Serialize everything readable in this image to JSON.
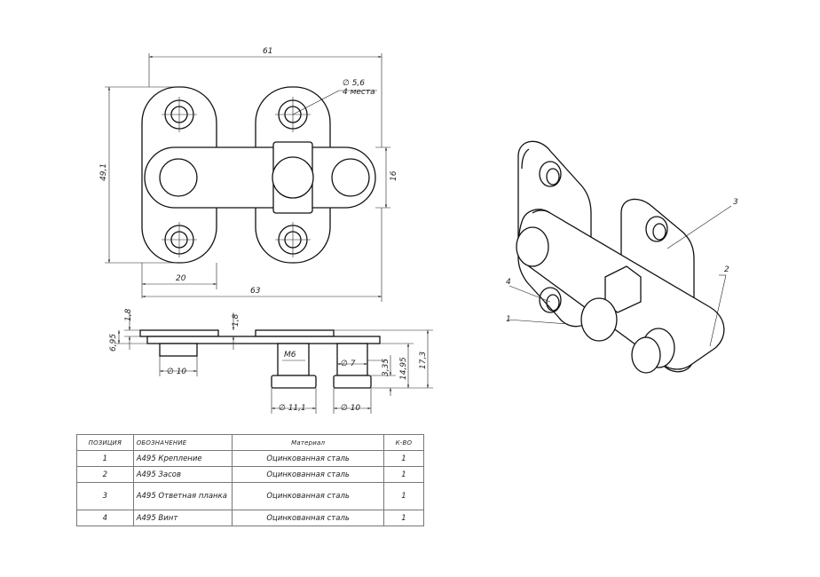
{
  "dimensions": {
    "top_width": "61",
    "hole_dia": "∅ 5,6",
    "hole_count": "4 места",
    "height": "49,1",
    "bar_height": "16",
    "offset": "20",
    "total_width": "63",
    "thickness_1": "1,8",
    "thickness_2": "1,8",
    "height_side": "6,95",
    "thread": "M6",
    "pin_dia": "∅ 7",
    "step": "3,35",
    "h1": "14,95",
    "h2": "17,3",
    "head_dia_left": "∅ 10",
    "screw_head_dia": "∅ 11,1",
    "knob_dia": "∅ 10"
  },
  "callouts": [
    "1",
    "2",
    "3",
    "4"
  ],
  "table": {
    "headers": [
      "ПОЗИЦИЯ",
      "ОБОЗНАЧЕНИЕ",
      "Материал",
      "К-ВО"
    ],
    "rows": [
      {
        "pos": "1",
        "name": "А495 Крепление",
        "material": "Оцинкованная сталь",
        "qty": "1"
      },
      {
        "pos": "2",
        "name": "А495 Засов",
        "material": "Оцинкованная сталь",
        "qty": "1"
      },
      {
        "pos": "3",
        "name": "А495 Ответная планка",
        "material": "Оцинкованная сталь",
        "qty": "1"
      },
      {
        "pos": "4",
        "name": "А495 Винт",
        "material": "Оцинкованная сталь",
        "qty": "1"
      }
    ]
  }
}
